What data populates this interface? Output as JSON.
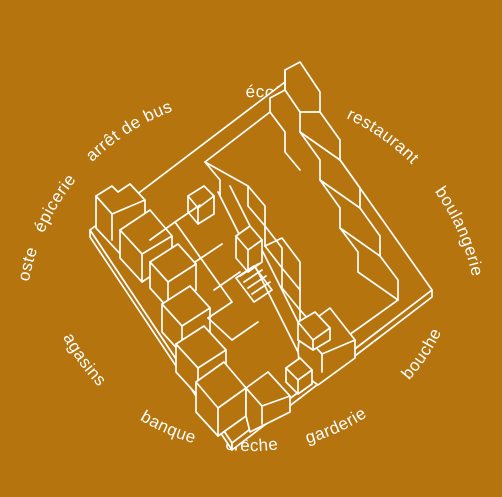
{
  "colors": {
    "background": "#b5740d",
    "line": "#ffffff"
  },
  "ring": {
    "labels": [
      "arrêt de bus",
      "école",
      "restaurant",
      "boulangerie",
      "boucherie",
      "garderie",
      "crêche",
      "banque",
      "magasins",
      "poste",
      "épicerie"
    ]
  }
}
